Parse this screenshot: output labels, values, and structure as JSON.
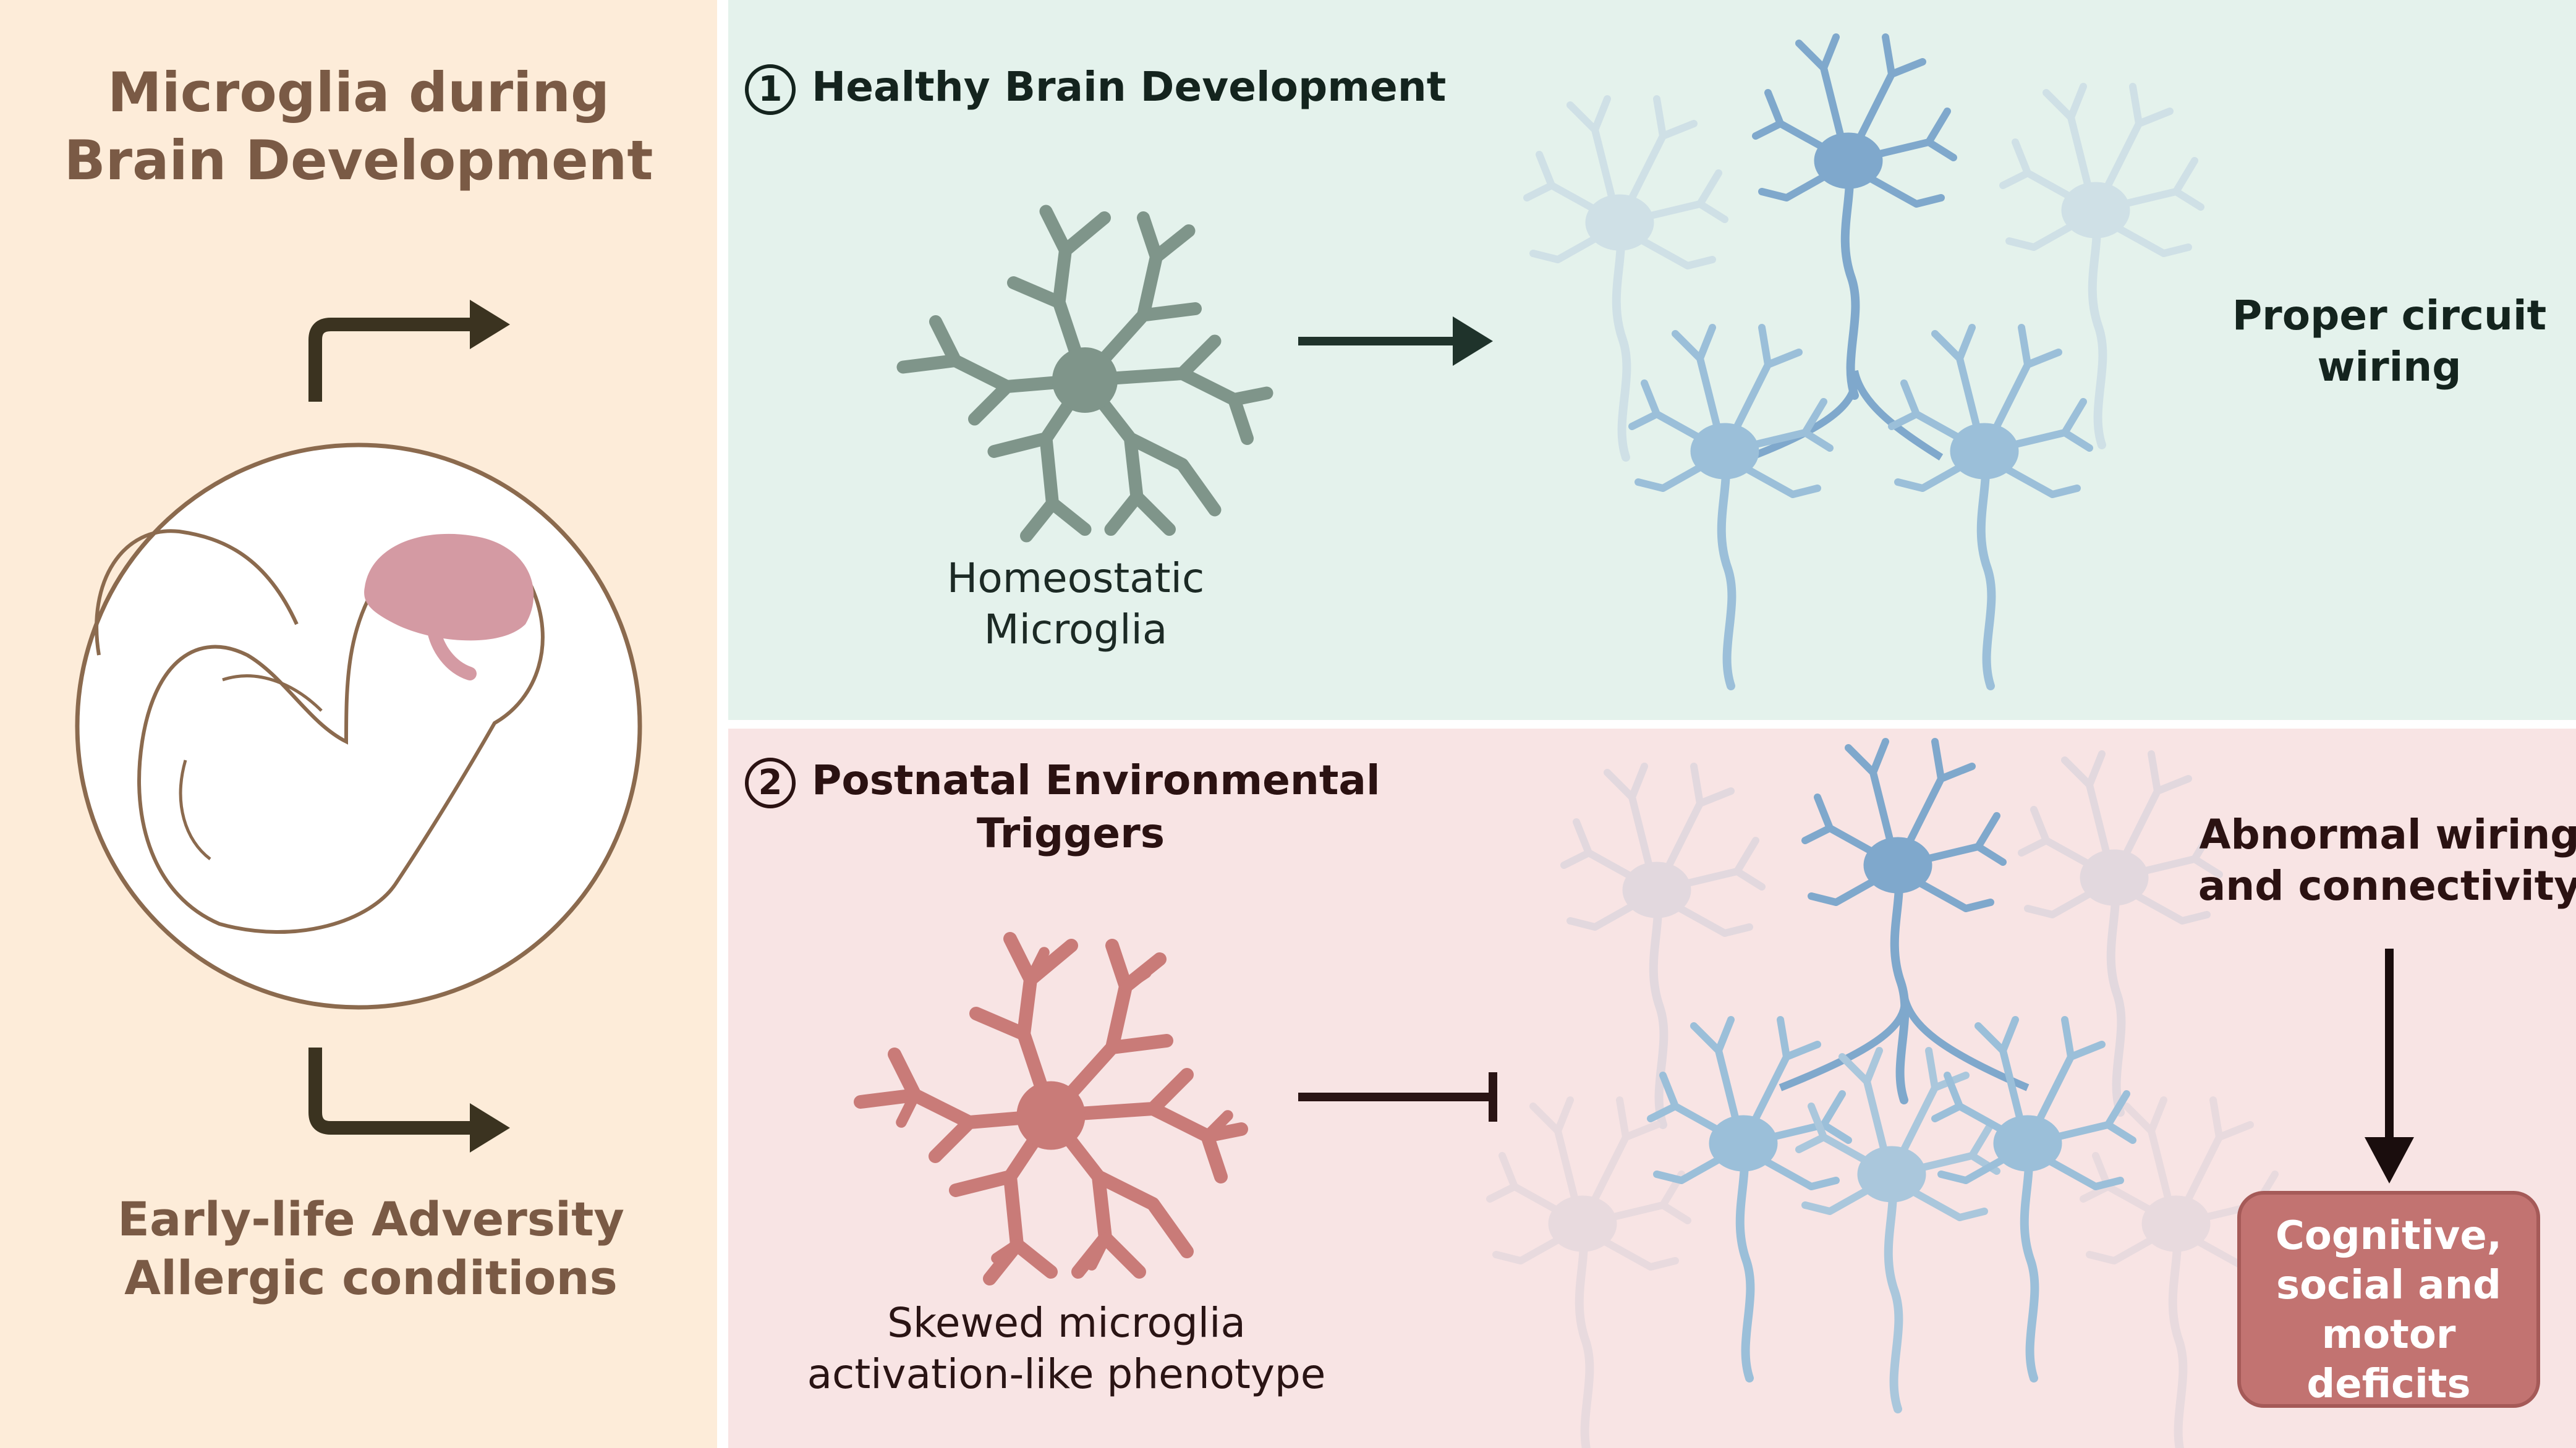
{
  "left_panel": {
    "title_line1": "Microglia during",
    "title_line2": "Brain Development",
    "bottom_line1": "Early-life Adversity",
    "bottom_line2": "Allergic conditions",
    "bg_color": "#fdecd9"
  },
  "healthy": {
    "number": "1",
    "title": "Healthy Brain Development",
    "microglia_line1": "Homeostatic",
    "microglia_line2": "Microglia",
    "outcome_line1": "Proper circuit",
    "outcome_line2": "wiring",
    "bg_color": "#e4f2ec",
    "microglia_color": "#7f958a",
    "neuron_color": "#7fa8cc"
  },
  "postnatal": {
    "number": "2",
    "title_line1": "Postnatal Environmental",
    "title_line2": "Triggers",
    "microglia_line1": "Skewed microglia",
    "microglia_line2": "activation-like phenotype",
    "outcome_line1": "Abnormal wiring",
    "outcome_line2": "and connectivity",
    "deficit_line1": "Cognitive,",
    "deficit_line2": "social and",
    "deficit_line3": "motor deficits",
    "bg_color": "#f8e4e4",
    "microglia_color": "#c97b78",
    "deficit_box_color": "#c27371"
  }
}
